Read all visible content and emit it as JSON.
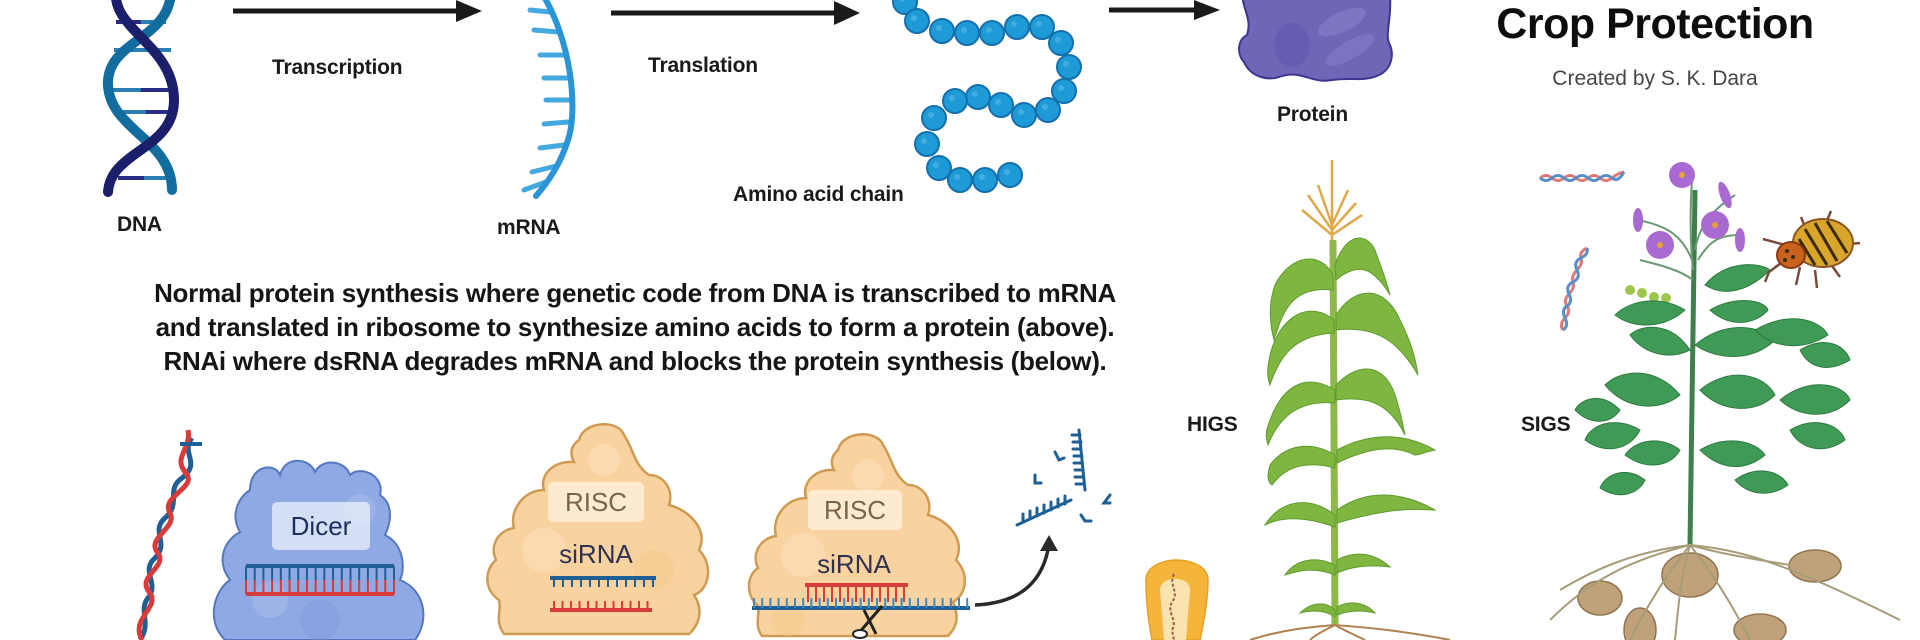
{
  "header": {
    "title": "Crop Protection",
    "credit": "Created by S. K. Dara"
  },
  "synthesis": {
    "dna_label": "DNA",
    "transcription_label": "Transcription",
    "mrna_label": "mRNA",
    "translation_label": "Translation",
    "amino_acid_label": "Amino acid chain",
    "protein_label": "Protein"
  },
  "description": {
    "lines": [
      "Normal protein synthesis where genetic code from DNA is transcribed to mRNA",
      "and translated in ribosome to synthesize amino acids to form a protein (above).",
      "RNAi where dsRNA degrades mRNA and blocks the protein synthesis (below)."
    ]
  },
  "rnai": {
    "dicer_label": "Dicer",
    "risc_label_1": "RISC",
    "sirna_label_1": "siRNA",
    "risc_label_2": "RISC",
    "sirna_label_2": "siRNA"
  },
  "methods": {
    "higs_label": "HIGS",
    "sigs_label": "SIGS"
  },
  "colors": {
    "dna_dark": "#1b1f6b",
    "dna_light": "#136c9e",
    "mrna": "#2a95d6",
    "amino_bead": "#1e9ad6",
    "protein": "#6f66b8",
    "dicer": "#8ea9e3",
    "risc": "#f8d3a0",
    "ds_red": "#d93a3a",
    "ds_blue": "#1e5f95"
  }
}
